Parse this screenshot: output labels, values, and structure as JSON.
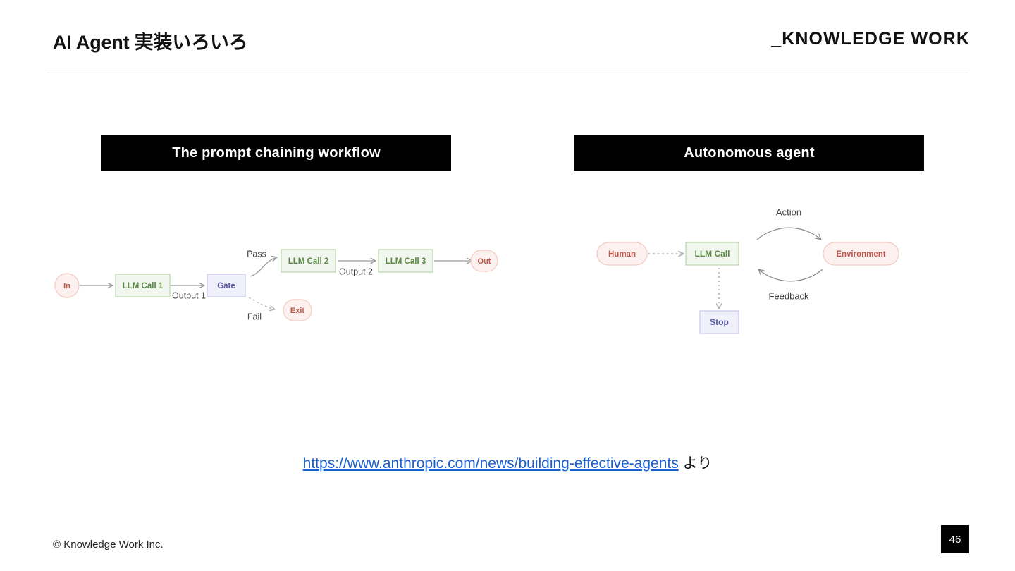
{
  "header": {
    "title": "AI Agent 実装いろいろ",
    "brand": "_KNOWLEDGE WORK"
  },
  "panels": [
    {
      "id": "prompt-chaining",
      "heading": "The prompt chaining workflow",
      "nodes": {
        "in": "In",
        "llm_call_1": "LLM Call 1",
        "gate": "Gate",
        "llm_call_2": "LLM Call 2",
        "llm_call_3": "LLM Call 3",
        "out": "Out",
        "exit": "Exit"
      },
      "edges": {
        "output_1": "Output 1",
        "output_2": "Output 2",
        "pass": "Pass",
        "fail": "Fail"
      }
    },
    {
      "id": "autonomous-agent",
      "heading": "Autonomous agent",
      "nodes": {
        "human": "Human",
        "llm_call": "LLM Call",
        "environment": "Environment",
        "stop": "Stop"
      },
      "edges": {
        "action": "Action",
        "feedback": "Feedback"
      }
    }
  ],
  "source": {
    "url_text": "https://www.anthropic.com/news/building-effective-agents",
    "suffix": "より"
  },
  "footer": {
    "copyright": "© Knowledge Work Inc.",
    "page_number": "46"
  },
  "colors": {
    "green_fill": "#f1f7ee",
    "green_border": "#b9d6aa",
    "green_text": "#5a8a43",
    "pink_fill": "#fdf0ee",
    "pink_border": "#f3c9c1",
    "pink_text": "#c0564a",
    "purple_fill": "#f0f0fa",
    "purple_border": "#c8c8e8",
    "purple_text": "#5a5aa8",
    "arrow_gray": "#9a9a9a",
    "link_blue": "#1a5fd0",
    "header_black": "#000000"
  }
}
